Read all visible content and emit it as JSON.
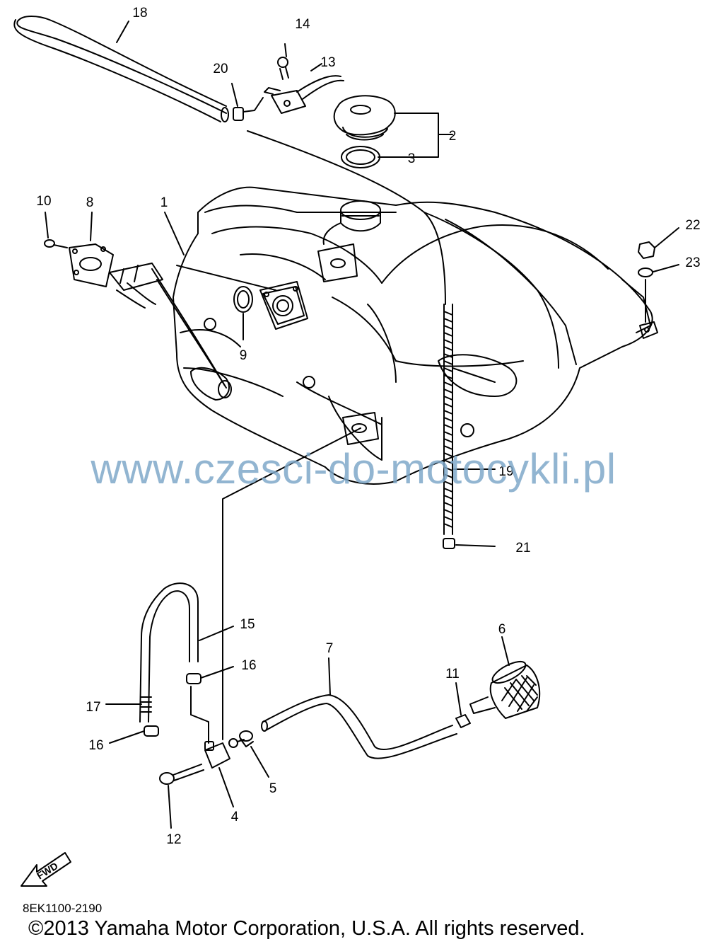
{
  "parts": [
    {
      "num": "1"
    },
    {
      "num": "2"
    },
    {
      "num": "3"
    },
    {
      "num": "4"
    },
    {
      "num": "5"
    },
    {
      "num": "6"
    },
    {
      "num": "7"
    },
    {
      "num": "8"
    },
    {
      "num": "9"
    },
    {
      "num": "10"
    },
    {
      "num": "11"
    },
    {
      "num": "12"
    },
    {
      "num": "13"
    },
    {
      "num": "14"
    },
    {
      "num": "15"
    },
    {
      "num": "16"
    },
    {
      "num": "16"
    },
    {
      "num": "17"
    },
    {
      "num": "18"
    },
    {
      "num": "19"
    },
    {
      "num": "20"
    },
    {
      "num": "21"
    },
    {
      "num": "22"
    },
    {
      "num": "23"
    }
  ],
  "fwd_label": "FWD",
  "watermark": "www.czesci-do-motocykli.pl",
  "drawing_code": "8EK1100-2190",
  "copyright": "©2013 Yamaha Motor Corporation, U.S.A. All rights reserved.",
  "colors": {
    "line": "#000000",
    "watermark": "#7fa9c9",
    "background": "#ffffff"
  }
}
